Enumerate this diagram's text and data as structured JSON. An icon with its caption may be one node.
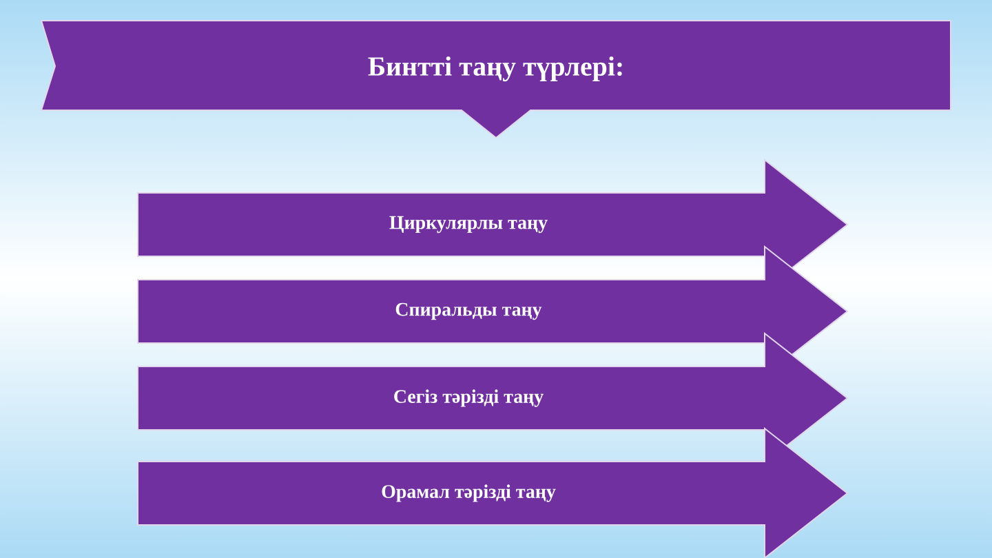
{
  "diagram": {
    "nodes": [
      {
        "text": [
          "Бинтті таңу түрлері:"
        ]
      },
      {
        "text": [
          "Циркулярлы таңу"
        ]
      },
      {
        "text": [
          "Спиральды таңу"
        ]
      },
      {
        "text": [
          "Сегіз тәрізді таңу"
        ]
      },
      {
        "text": [
          "Орамал тәрізді таңу"
        ]
      }
    ]
  }
}
